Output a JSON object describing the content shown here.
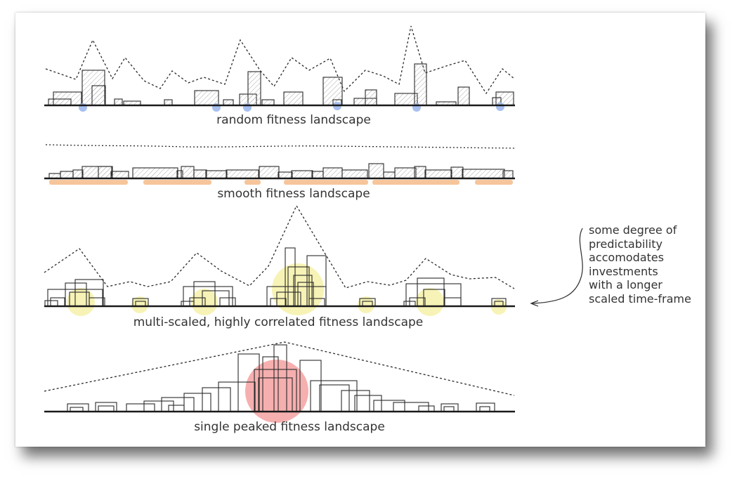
{
  "panels": [
    {
      "id": "random",
      "label": "random fitness landscape"
    },
    {
      "id": "smooth",
      "label": "smooth fitness landscape"
    },
    {
      "id": "multi",
      "label": "multi-scaled, highly correlated fitness landscape"
    },
    {
      "id": "single",
      "label": "single peaked fitness landscape"
    }
  ],
  "annotation": {
    "lines": [
      "some degree of",
      "predictability",
      "accomodates",
      "investments",
      "with a longer",
      "scaled time-frame"
    ]
  },
  "colors": {
    "ink": "#2a2a2a",
    "hatch": "#9a9a9a",
    "random_markers": "#9db9ee",
    "smooth_markers": "#f3b27a",
    "multi_markers": "#f3ee8a",
    "single_marker": "#f07a7a"
  }
}
